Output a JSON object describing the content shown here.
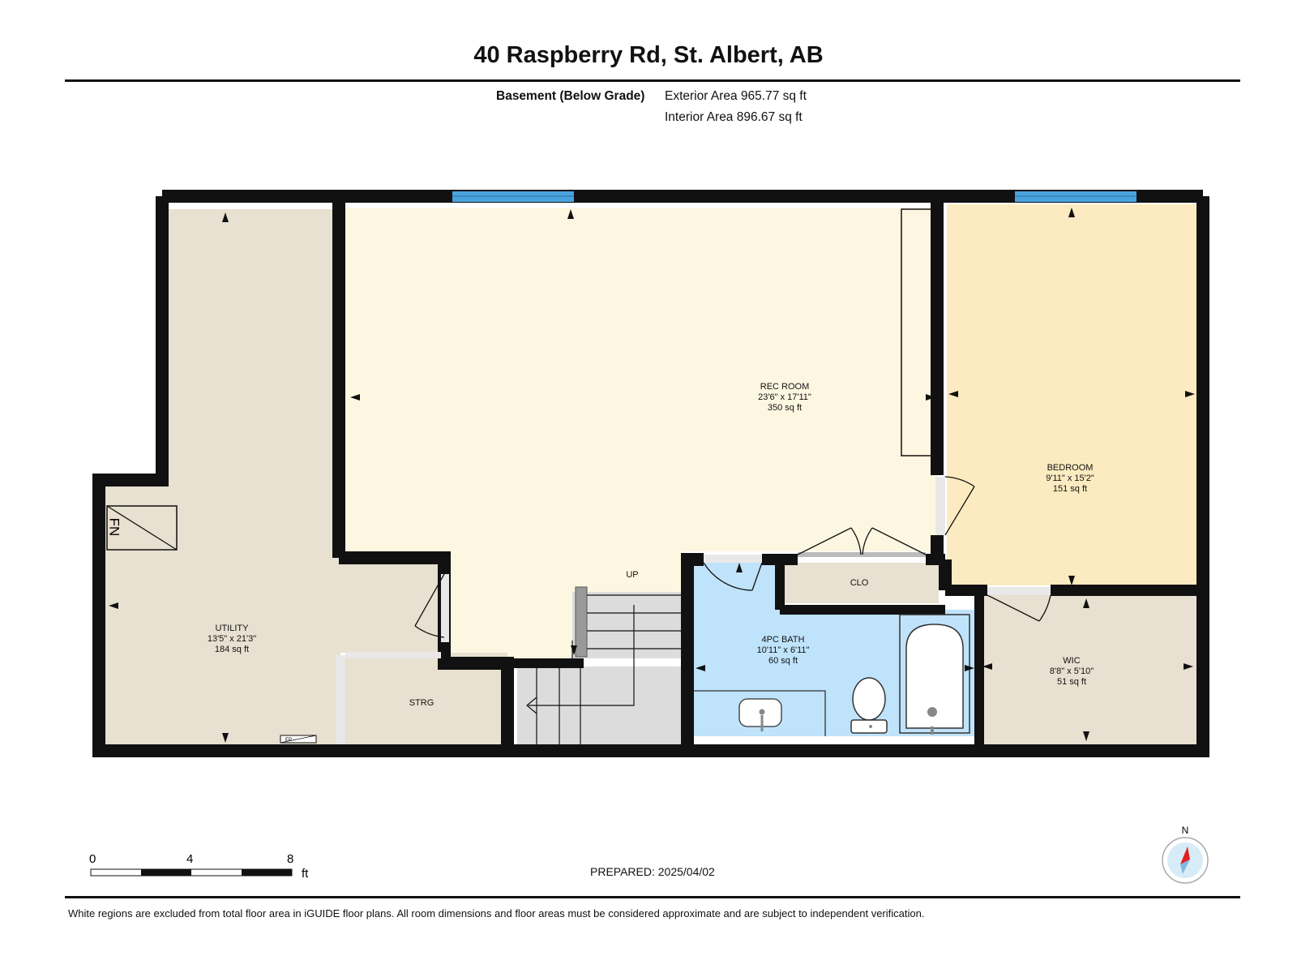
{
  "title": "40 Raspberry Rd, St. Albert, AB",
  "level": {
    "name": "Basement (Below Grade)",
    "exterior_area": "Exterior Area 965.77 sq ft",
    "interior_area": "Interior Area 896.67 sq ft"
  },
  "rooms": {
    "rec_room": {
      "name": "REC ROOM",
      "dims": "23'6\" x 17'11\"",
      "area": "350 sq ft"
    },
    "bedroom": {
      "name": "BEDROOM",
      "dims": "9'11\" x 15'2\"",
      "area": "151 sq ft"
    },
    "utility": {
      "name": "UTILITY",
      "dims": "13'5\" x 21'3\"",
      "area": "184 sq ft"
    },
    "bath": {
      "name": "4PC BATH",
      "dims": "10'11\" x 6'11\"",
      "area": "60 sq ft"
    },
    "wic": {
      "name": "WIC",
      "dims": "8'8\" x 5'10\"",
      "area": "51 sq ft"
    },
    "clo": {
      "name": "CLO"
    },
    "strg": {
      "name": "STRG"
    }
  },
  "labels": {
    "up": "UP",
    "furnace": "FN",
    "electrical_panel": "EP"
  },
  "scale": {
    "ticks": [
      "0",
      "4",
      "8"
    ],
    "unit": "ft"
  },
  "compass": {
    "north": "N"
  },
  "prepared": "PREPARED: 2025/04/02",
  "disclaimer": "White regions are excluded from total floor area in iGUIDE floor plans. All room dimensions and floor areas must be considered approximate and are subject to independent verification.",
  "colors": {
    "wall": "#111111",
    "rec_room": "#fdf7e1",
    "bedroom": "#fcebc0",
    "utility": "#e8e0d0",
    "storage": "#e8e0d0",
    "wic": "#e8e0d0",
    "bath": "#bfe3fb",
    "stairs": "#dcdcdc",
    "window": "#4aa3df",
    "compass_fill": "#d8ecf8",
    "compass_needle": "#e02020"
  },
  "icons": [
    "arrowhead-icon",
    "compass-icon",
    "furnace-icon",
    "bathtub-icon",
    "toilet-icon",
    "sink-icon",
    "stairs-icon"
  ]
}
